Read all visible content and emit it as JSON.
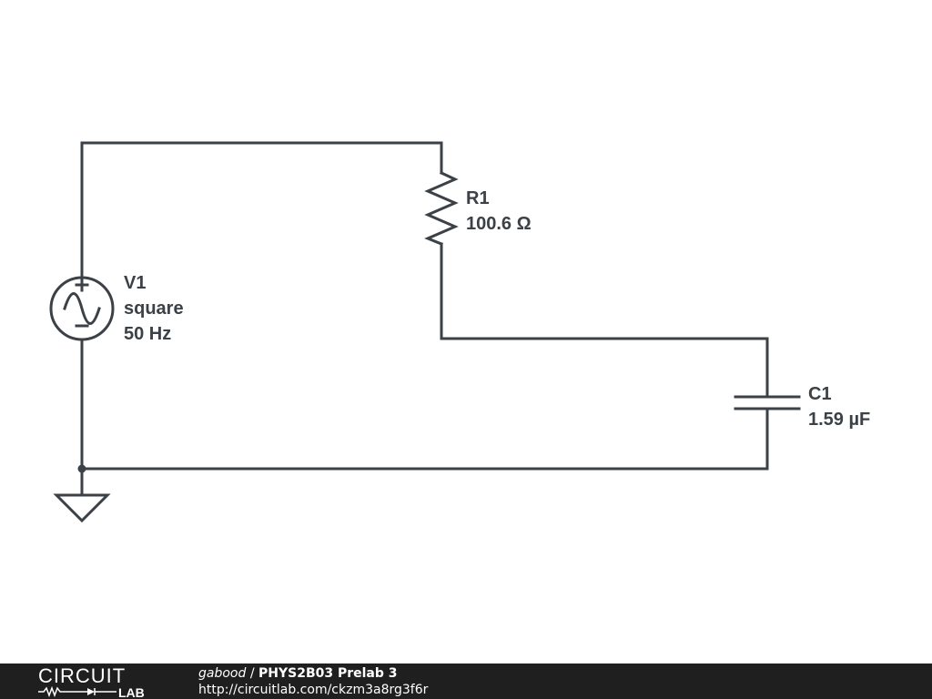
{
  "components": {
    "resistor": {
      "ref": "R1",
      "value": "100.6 Ω"
    },
    "source": {
      "ref": "V1",
      "type": "square",
      "freq": "50 Hz"
    },
    "capacitor": {
      "ref": "C1",
      "value": "1.59 µF"
    }
  },
  "footer": {
    "logo_top": "CIRCUIT",
    "logo_bottom": "LAB",
    "author": "gabood",
    "separator": " / ",
    "title": "PHYS2B03 Prelab 3",
    "url": "http://circuitlab.com/ckzm3a8rg3f6r"
  },
  "colors": {
    "wire": "#3b4146",
    "footer_bg": "#1f1f1f"
  }
}
